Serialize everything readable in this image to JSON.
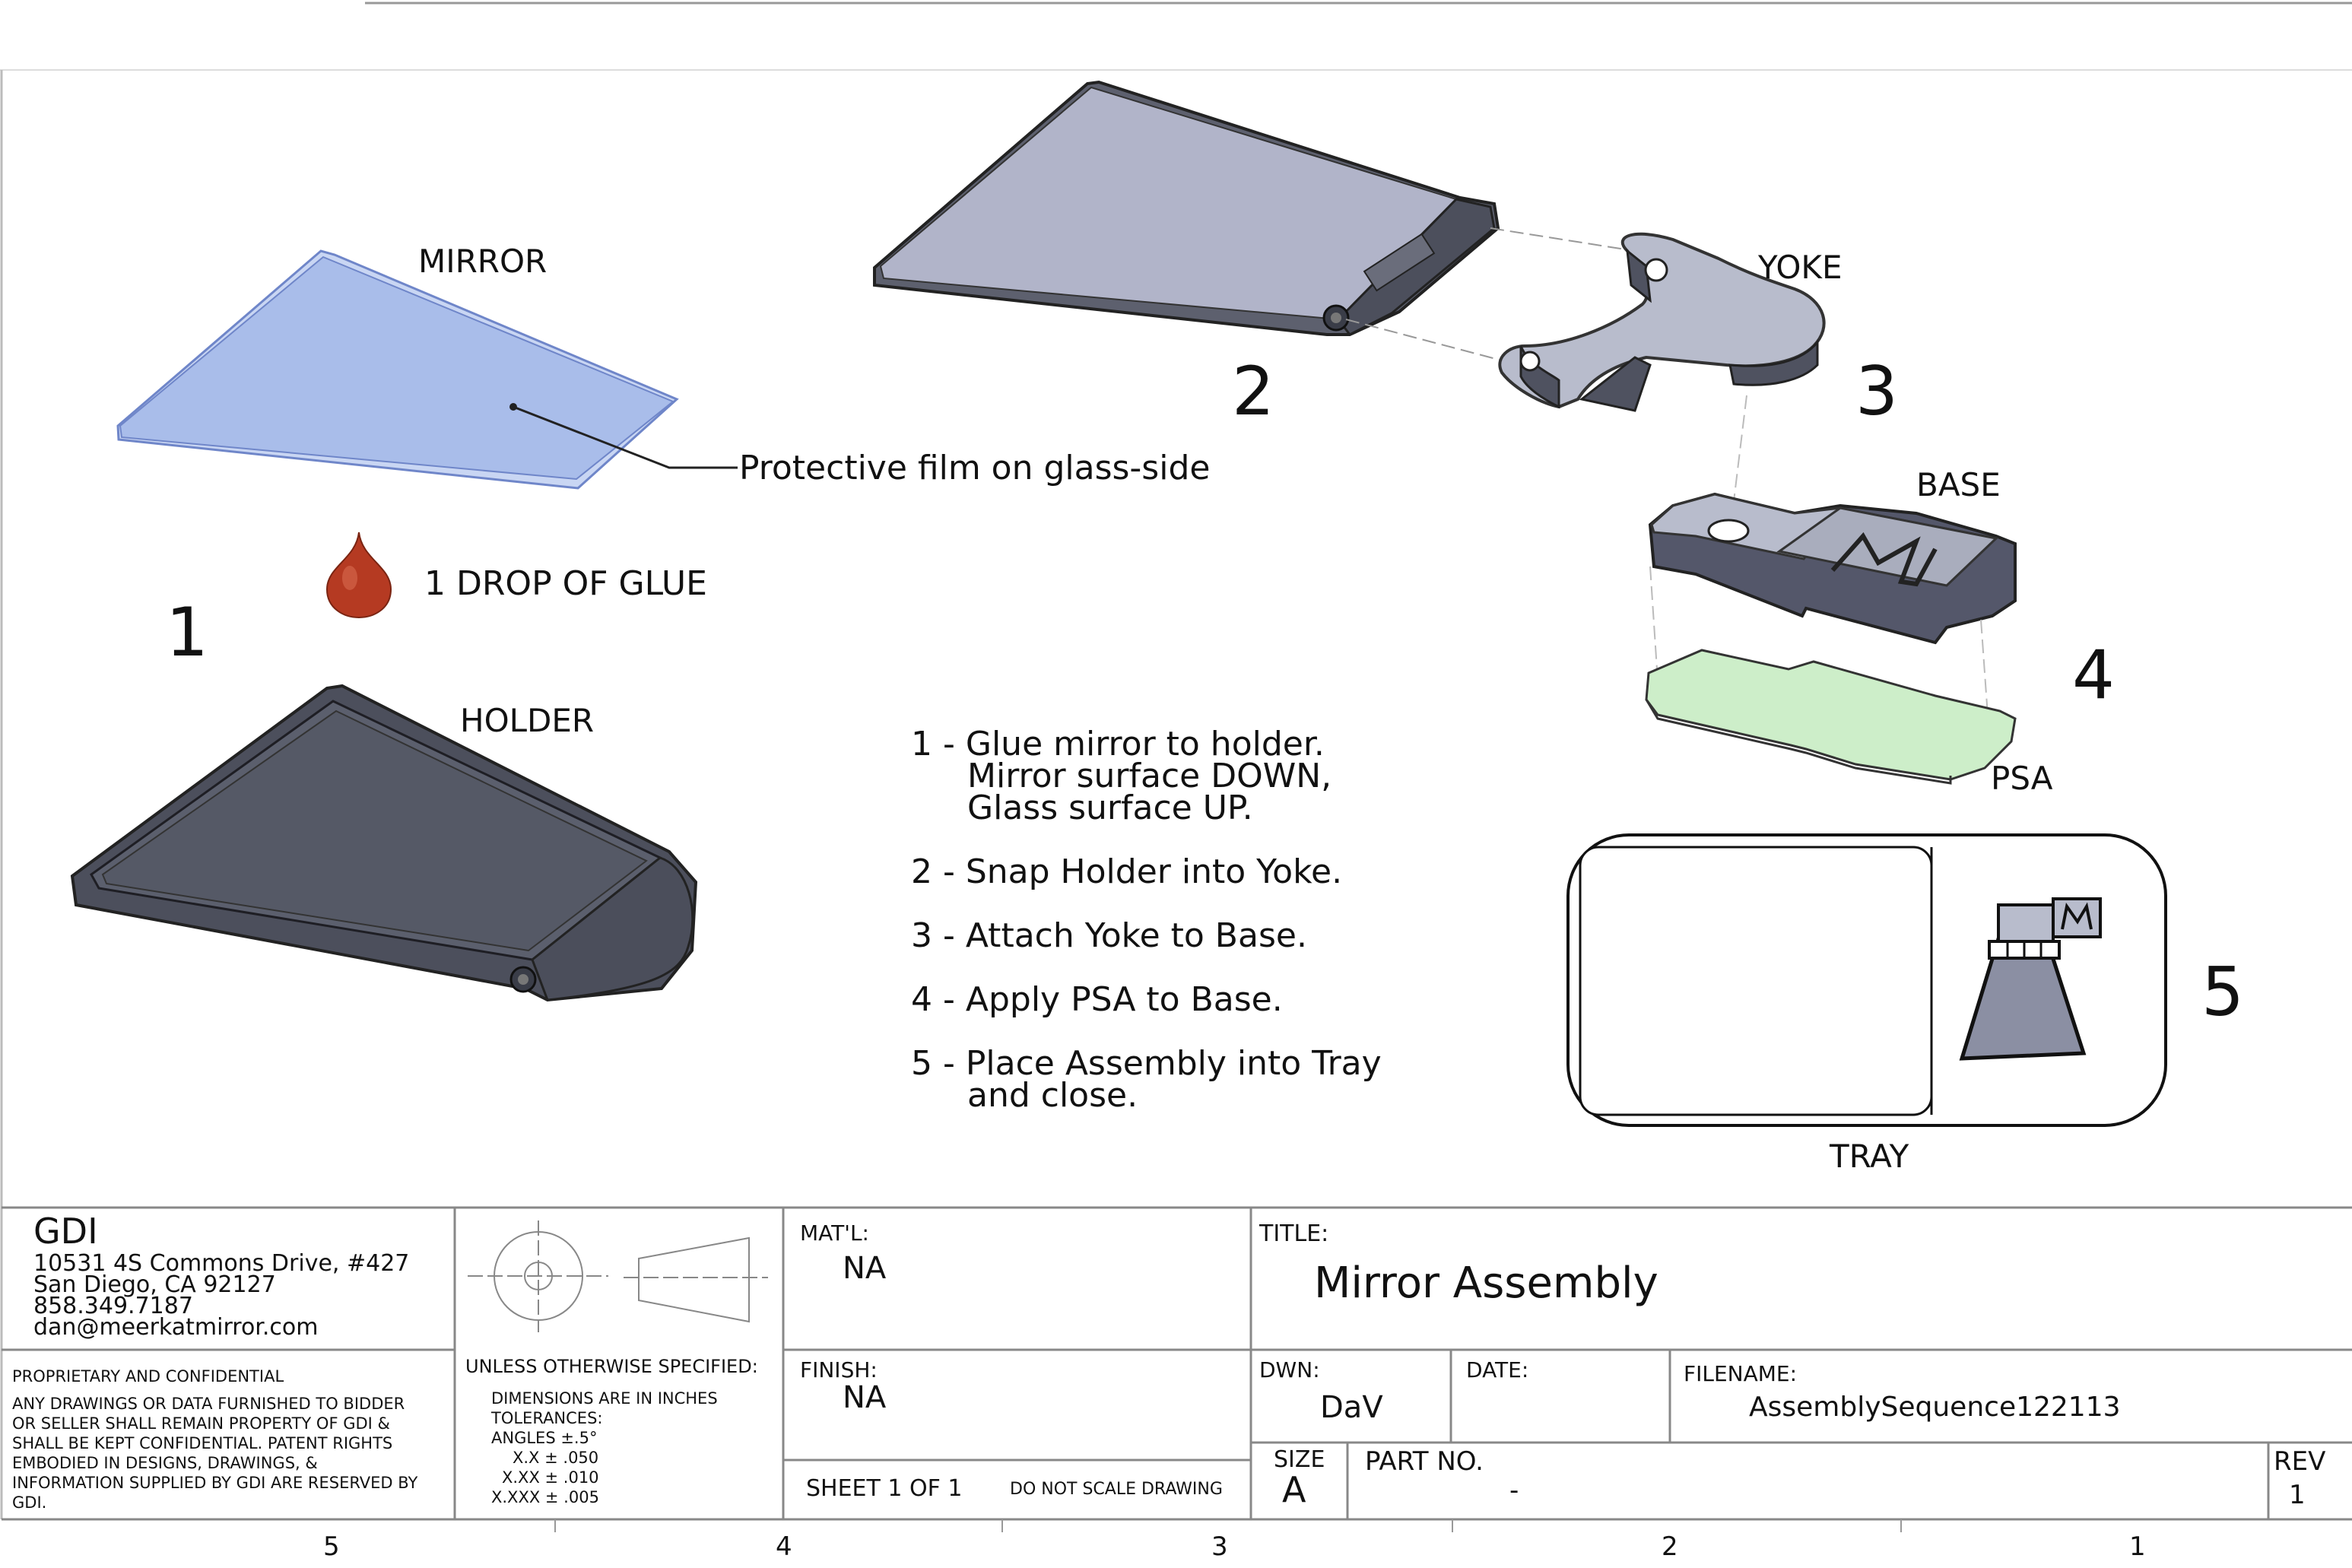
{
  "labels": {
    "mirror": "MIRROR",
    "film": "Protective film on glass-side",
    "glue": "1 DROP OF GLUE",
    "holder": "HOLDER",
    "yoke": "YOKE",
    "base": "BASE",
    "psa": "PSA",
    "tray": "TRAY"
  },
  "step_numbers": [
    "1",
    "2",
    "3",
    "4",
    "5"
  ],
  "instructions": [
    {
      "num": "1 -",
      "lines": [
        "Glue mirror to holder.",
        "Mirror surface DOWN,",
        "Glass surface UP."
      ]
    },
    {
      "num": "2 -",
      "lines": [
        "Snap Holder into Yoke."
      ]
    },
    {
      "num": "3 -",
      "lines": [
        "Attach Yoke to Base."
      ]
    },
    {
      "num": "4 -",
      "lines": [
        "Apply PSA to Base."
      ]
    },
    {
      "num": "5 -",
      "lines": [
        "Place Assembly into Tray",
        "and close."
      ]
    }
  ],
  "title_block": {
    "company": "GDI",
    "address": [
      "10531 4S Commons Drive, #427",
      "San Diego, CA 92127",
      "858.349.7187",
      "dan@meerkatmirror.com"
    ],
    "confidential_title": "PROPRIETARY AND CONFIDENTIAL",
    "confidential_text": [
      "ANY DRAWINGS OR DATA FURNISHED TO BIDDER",
      "OR SELLER SHALL REMAIN PROPERTY OF GDI  &",
      "SHALL BE KEPT CONFIDENTIAL.  PATENT RIGHTS",
      "EMBODIED IN DESIGNS, DRAWINGS, &",
      "INFORMATION SUPPLIED BY GDI ARE RESERVED BY",
      "GDI."
    ],
    "unless": "UNLESS OTHERWISE SPECIFIED:",
    "tolerances": [
      "DIMENSIONS ARE IN INCHES",
      "TOLERANCES:",
      "ANGLES  ±.5°",
      "X.X  ± .050",
      "X.XX  ± .010",
      "X.XXX  ± .005"
    ],
    "matl_label": "MAT'L:",
    "matl_value": "NA",
    "finish_label": "FINISH:",
    "finish_value": "NA",
    "sheet": "SHEET 1 OF 1",
    "do_not_scale": "DO NOT SCALE DRAWING",
    "title_label": "TITLE:",
    "title_value": "Mirror Assembly",
    "dwn_label": "DWN:",
    "dwn_value": "DaV",
    "date_label": "DATE:",
    "filename_label": "FILENAME:",
    "filename_value": "AssemblySequence122113",
    "size_label": "SIZE",
    "size_value": "A",
    "partno_label": "PART NO.",
    "partno_value": "-",
    "rev_label": "REV",
    "rev_value": "1"
  },
  "zone_numbers": [
    "5",
    "4",
    "3",
    "2",
    "1"
  ],
  "colors": {
    "mirror": "#a9bdea",
    "holder": "#4c4f5c",
    "holder_top": "#5b5f6d",
    "mirror_holder_top": "#b1b4c9",
    "yoke": "#b8bccc",
    "glue": "#b53a22",
    "psa": "#cdeec9"
  }
}
